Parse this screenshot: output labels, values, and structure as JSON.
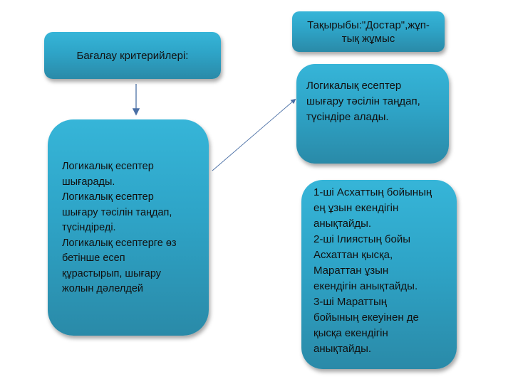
{
  "diagram": {
    "topic_box": {
      "lines": [
        "Тақырыбы:\"Достар\",жұп-",
        "тық жұмыс"
      ]
    },
    "criteria_box": {
      "label": "Бағалау критерийлері:"
    },
    "left_box": {
      "lines": [
        "Логикалық есептер",
        "шығарады.",
        "Логикалық есептер",
        "шығару тәсілін таңдап,",
        "түсіндіреді.",
        "Логикалық есептерге өз",
        "бетінше есеп",
        "құрастырып, шығару",
        "жолын дәлелдей"
      ]
    },
    "right_top_box": {
      "lines": [
        "Логикалық есептер",
        "шығару тәсілін таңдап,",
        "түсіндіре алады."
      ]
    },
    "right_bottom_box": {
      "lines": [
        "1-ші Асхаттың бойының",
        "ең ұзын екендігін",
        "анықтайды.",
        "2-ші Ілиястың бойы",
        "Асхаттан қысқа,",
        "Мараттан ұзын",
        "екендігін анықтайды.",
        "3-ші Мараттың",
        "бойының екеуінен де",
        "қысқа екендігін",
        "анықтайды."
      ]
    },
    "connectors": [
      {
        "from": "criteria_box",
        "to": "left_box",
        "type": "arrow-down"
      },
      {
        "from": "left_box",
        "to": "right_top_box",
        "type": "arrow-diagonal"
      }
    ],
    "colors": {
      "box_top": "#36b5d8",
      "box_bottom": "#2a8aa8",
      "arrow": "#4a6fa5",
      "text": "#111111"
    }
  }
}
